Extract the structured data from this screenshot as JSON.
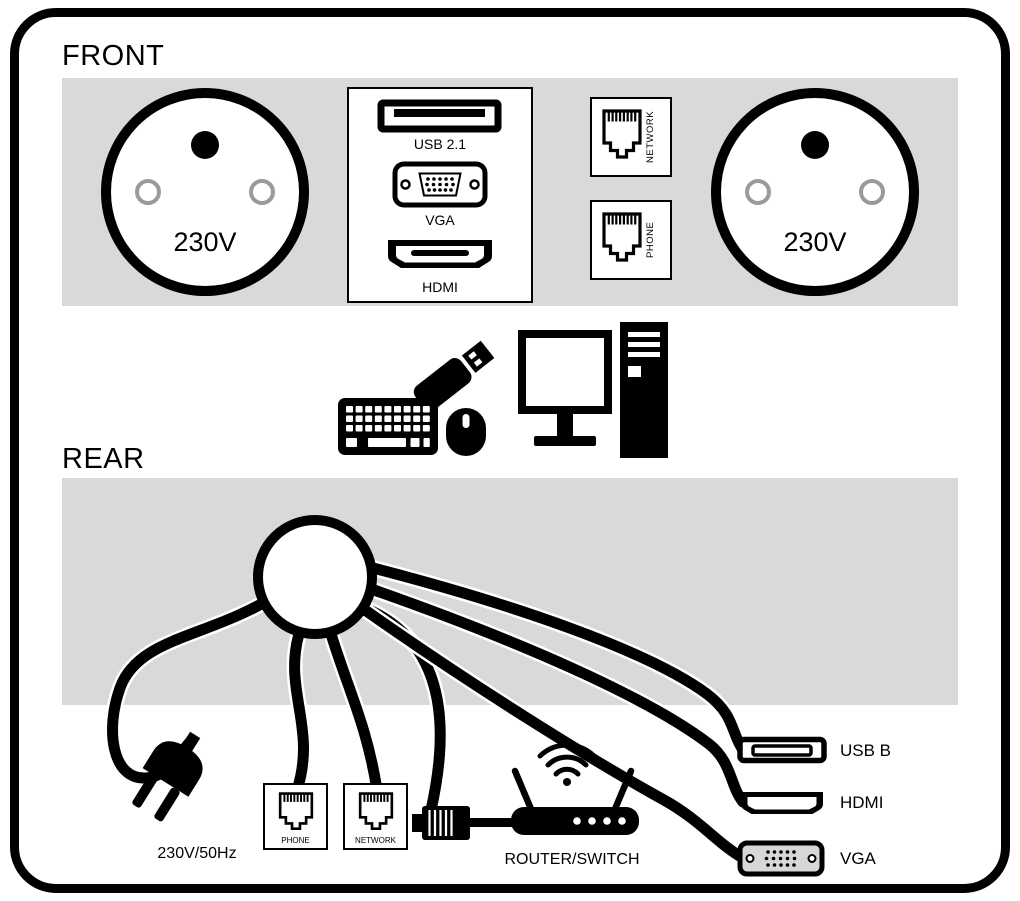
{
  "front": {
    "title": "FRONT",
    "left_socket_label": "230V",
    "right_socket_label": "230V",
    "usb_label": "USB 2.1",
    "vga_label": "VGA",
    "hdmi_label": "HDMI",
    "network_label": "NETWORK",
    "phone_label": "PHONE"
  },
  "rear": {
    "title": "REAR"
  },
  "connections": {
    "power_label": "230V/50Hz",
    "phone_label": "PHONE",
    "network_label": "NETWORK",
    "router_label": "ROUTER/SWITCH",
    "usb_b_label": "USB B",
    "hdmi_label": "HDMI",
    "vga_label": "VGA"
  },
  "colors": {
    "panel_gray": "#d9d9d9",
    "ink": "#000000",
    "background": "#ffffff"
  },
  "icons": [
    "power-socket-icon",
    "usb-a-port-icon",
    "vga-port-icon",
    "hdmi-port-icon",
    "rj45-jack-icon",
    "usb-flash-drive-icon",
    "keyboard-icon",
    "mouse-icon",
    "desktop-computer-icon",
    "cable-grommet-icon",
    "power-plug-icon",
    "ethernet-plug-icon",
    "router-icon",
    "usb-b-connector-icon",
    "hdmi-connector-icon",
    "vga-connector-icon"
  ]
}
